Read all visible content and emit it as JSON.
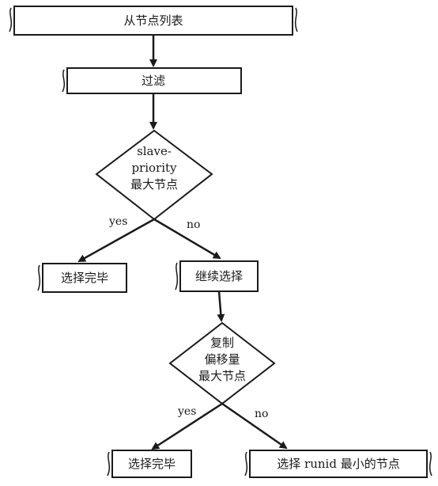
{
  "diagram": {
    "nodes": {
      "start": "从节点列表",
      "filter": "过滤",
      "decision1": [
        "slave-",
        "priority",
        "最大节点"
      ],
      "done1": "选择完毕",
      "continue": "继续选择",
      "decision2": [
        "复制",
        "偏移量",
        "最大节点"
      ],
      "done2": "选择完毕",
      "final": "选择 runid 最小的节点"
    },
    "edges": {
      "yes1": "yes",
      "no1": "no",
      "yes2": "yes",
      "no2": "no"
    }
  }
}
